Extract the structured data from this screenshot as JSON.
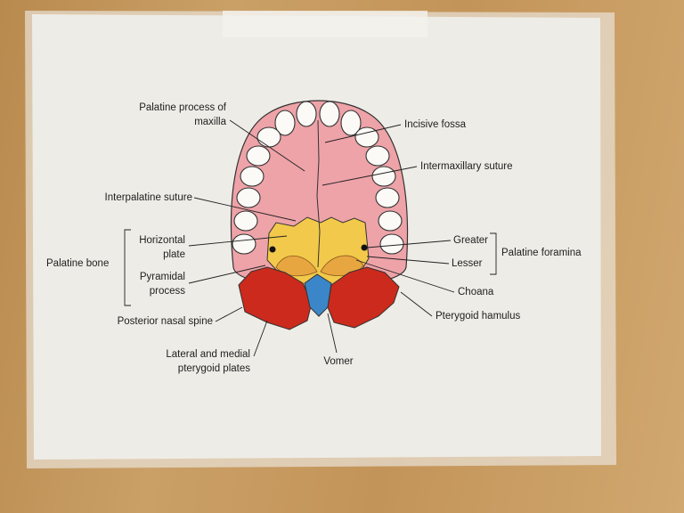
{
  "labels": {
    "palatine_process_1": "Palatine process of",
    "palatine_process_2": "maxilla",
    "incisive_fossa": "Incisive fossa",
    "intermaxillary_suture": "Intermaxillary suture",
    "interpalatine_suture": "Interpalatine suture",
    "horizontal_plate_1": "Horizontal",
    "horizontal_plate_2": "plate",
    "palatine_bone": "Palatine bone",
    "pyramidal_process_1": "Pyramidal",
    "pyramidal_process_2": "process",
    "posterior_nasal_spine": "Posterior nasal spine",
    "pterygoid_plates_1": "Lateral and medial",
    "pterygoid_plates_2": "pterygoid plates",
    "vomer": "Vomer",
    "greater": "Greater",
    "lesser": "Lesser",
    "palatine_foramina": "Palatine foramina",
    "choana": "Choana",
    "pterygoid_hamulus": "Pterygoid hamulus"
  },
  "colors": {
    "palate": "#eea3a8",
    "palatine_bone": "#f2c94a",
    "pterygoid": "#cc2a1c",
    "vomer": "#3b86c8"
  }
}
